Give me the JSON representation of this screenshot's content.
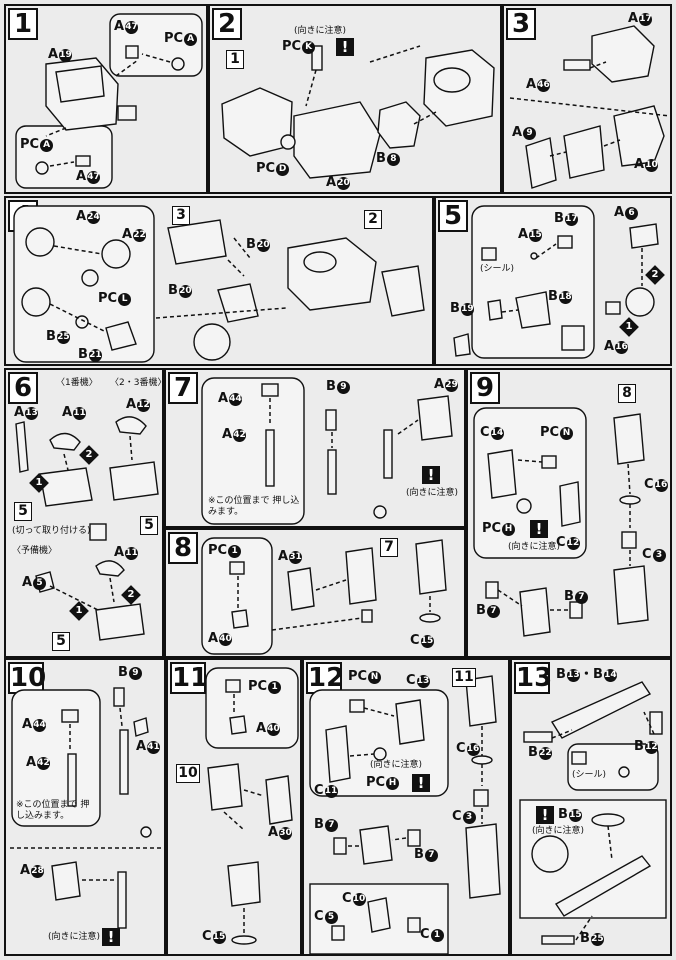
{
  "steps": [
    {
      "number": "1",
      "labels": {
        "a19": "A",
        "a47": "A",
        "pca": "PC",
        "pca2": "PC",
        "a47b": "A"
      },
      "circ": {
        "a19": "19",
        "a47": "47",
        "pca": "A",
        "pca2": "A",
        "a47b": "47"
      }
    },
    {
      "number": "2",
      "labels": {
        "pck": "PC",
        "pcd": "PC",
        "b8": "B",
        "a20": "A"
      },
      "circ": {
        "pck": "K",
        "pcd": "D",
        "b8": "8",
        "a20": "20"
      },
      "ref": "1",
      "note": "(向きに注意)"
    },
    {
      "number": "3",
      "labels": {
        "a17": "A",
        "a46": "A",
        "a9": "A",
        "a10": "A"
      },
      "circ": {
        "a17": "17",
        "a46": "46",
        "a9": "9",
        "a10": "10"
      }
    },
    {
      "number": "4",
      "labels": {
        "a24": "A",
        "a22": "A",
        "pcl": "PC",
        "b25": "B",
        "b21": "B",
        "b20": "B",
        "b20b": "B"
      },
      "circ": {
        "a24": "24",
        "a22": "22",
        "pcl": "L",
        "b25": "25",
        "b21": "21",
        "b20": "20",
        "b20b": "20"
      },
      "ref3": "3",
      "ref2": "2"
    },
    {
      "number": "5",
      "labels": {
        "a6": "A",
        "a15": "A",
        "b17": "B",
        "b19": "B",
        "b18": "B",
        "a16": "A"
      },
      "circ": {
        "a6": "6",
        "a15": "15",
        "b17": "17",
        "b19": "19",
        "b18": "18",
        "a16": "16"
      },
      "seal": "(シール)"
    },
    {
      "number": "6",
      "labels": {
        "a13": "A",
        "a11": "A",
        "a12": "A",
        "a5": "A",
        "a11b": "A"
      },
      "circ": {
        "a13": "13",
        "a11": "11",
        "a12": "12",
        "a5": "5",
        "a11b": "11"
      },
      "head1": "〈1番機〉",
      "head23": "〈2・3番機〉",
      "reserve": "〈予備機〉",
      "cut": "(切って取り付ける)",
      "ref": "5"
    },
    {
      "number": "7",
      "labels": {
        "a44": "A",
        "a42": "A",
        "b9": "B",
        "a29": "A"
      },
      "circ": {
        "a44": "44",
        "a42": "42",
        "b9": "9",
        "a29": "29"
      },
      "note": "※この位置まで 押し込みます。",
      "caution": "(向きに注意)"
    },
    {
      "number": "8",
      "labels": {
        "pc1": "PC",
        "a31": "A",
        "a40": "A",
        "c15": "C"
      },
      "circ": {
        "pc1": "1",
        "a31": "31",
        "a40": "40",
        "c15": "15"
      },
      "ref": "7"
    },
    {
      "number": "9",
      "labels": {
        "c14": "C",
        "pcn": "PC",
        "pch": "PC",
        "c12": "C",
        "c16": "C",
        "c3": "C",
        "b7": "B",
        "b7b": "B"
      },
      "circ": {
        "c14": "14",
        "pcn": "N",
        "pch": "H",
        "c12": "12",
        "c16": "16",
        "c3": "3",
        "b7": "7",
        "b7b": "7"
      },
      "ref": "8",
      "caution": "(向きに注意)"
    },
    {
      "number": "10",
      "labels": {
        "b9": "B",
        "a44": "A",
        "a41": "A",
        "a42": "A",
        "a28": "A"
      },
      "circ": {
        "b9": "9",
        "a44": "44",
        "a41": "41",
        "a42": "42",
        "a28": "28"
      },
      "note": "※この位置まで 押し込みます。",
      "caution": "(向きに注意)"
    },
    {
      "number": "11",
      "labels": {
        "pc1": "PC",
        "a40": "A",
        "a30": "A",
        "c15": "C"
      },
      "circ": {
        "pc1": "1",
        "a40": "40",
        "a30": "30",
        "c15": "15"
      },
      "ref": "10"
    },
    {
      "number": "12",
      "labels": {
        "pcn": "PC",
        "c13": "C",
        "c11": "C",
        "pch": "PC",
        "b7": "B",
        "b7b": "B",
        "c10": "C",
        "c5": "C",
        "c1": "C",
        "c16": "C",
        "c3": "C"
      },
      "circ": {
        "pcn": "N",
        "c13": "13",
        "c11": "11",
        "pch": "H",
        "b7": "7",
        "b7b": "7",
        "c10": "10",
        "c5": "5",
        "c1": "1",
        "c16": "16",
        "c3": "3"
      },
      "ref": "11",
      "caution": "(向きに注意)"
    },
    {
      "number": "13",
      "labels": {
        "b13": "B",
        "b14": "B",
        "b22": "B",
        "b12": "B",
        "b15": "B",
        "b25": "B"
      },
      "circ": {
        "b13": "13",
        "b14": "14",
        "b22": "22",
        "b12": "12",
        "b15": "15",
        "b25": "25"
      },
      "sep": "・",
      "seal": "(シール)",
      "caution": "(向きに注意)"
    }
  ],
  "warn_glyph": "!",
  "order_marks": [
    "1",
    "2"
  ]
}
